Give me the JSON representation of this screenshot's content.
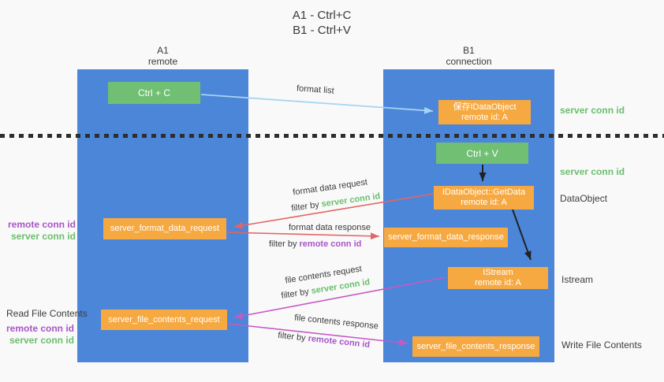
{
  "title": {
    "line1": "A1 - Ctrl+C",
    "line2": "B1 - Ctrl+V"
  },
  "lanes": {
    "a": {
      "name": "A1",
      "subtitle": "remote"
    },
    "b": {
      "name": "B1",
      "subtitle": "connection"
    }
  },
  "nodes": {
    "ctrl_c": {
      "label": "Ctrl + C"
    },
    "ctrl_v": {
      "label": "Ctrl + V"
    },
    "save_idataobject": {
      "line1": "保存IDataObject",
      "line2": "remote id: A"
    },
    "getdata": {
      "line1": "IDataObject::GetData",
      "line2": "remote id: A"
    },
    "istream": {
      "line1": "IStream",
      "line2": "remote id: A"
    },
    "format_request": {
      "label": "server_format_data_request"
    },
    "format_response": {
      "label": "server_format_data_response"
    },
    "file_request": {
      "label": "server_file_contents_request"
    },
    "file_response": {
      "label": "server_file_contents_response"
    }
  },
  "edges": {
    "format_list": "format list",
    "format_data_request": "format data request",
    "format_data_response": "format data response",
    "file_contents_request": "file contents request",
    "file_contents_response": "file contents response",
    "filter_by": "filter by ",
    "server_conn_id": "server conn id",
    "remote_conn_id": "remote conn id"
  },
  "side_labels": {
    "left": {
      "remote_conn_id": "remote conn id",
      "server_conn_id": "server conn id",
      "read_file_contents": "Read File Contents"
    },
    "right": {
      "server_conn_id_top": "server conn id",
      "server_conn_id_mid": "server conn id",
      "dataobject": "DataObject",
      "istream": "Istream",
      "write_file_contents": "Write File Contents"
    }
  },
  "colors": {
    "lane_blue": "#4c86d9",
    "node_green": "#70bf73",
    "node_orange": "#f7a941",
    "conn_id_green": "#6abf6e",
    "conn_id_purple": "#a855c8",
    "arrow_red": "#e06666",
    "arrow_magenta": "#c45ac4",
    "arrow_light_blue": "#a7d3f2",
    "arrow_black": "#222222",
    "divider_black": "#2e2e2e"
  }
}
